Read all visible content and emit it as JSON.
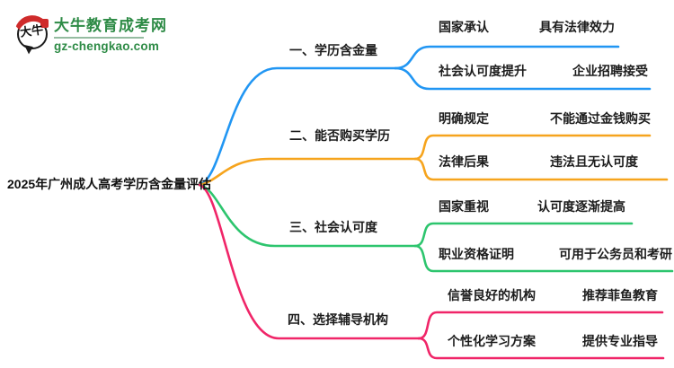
{
  "logo": {
    "bubble_text": "大牛",
    "title": "大牛教育成考网",
    "url": "gz-chengkao.com",
    "brand_green": "#2e8b46",
    "seal_red": "#cf2b2b"
  },
  "root": {
    "title": "2025年广州成人高考学历含金量评估"
  },
  "mindmap": {
    "branches": [
      {
        "label": "一、学历含金量",
        "color": "#2196f3",
        "rows": [
          {
            "label": "国家承认",
            "value": "具有法律效力"
          },
          {
            "label": "社会认可度提升",
            "value": "企业招聘接受"
          }
        ]
      },
      {
        "label": "二、能否购买学历",
        "color": "#f6a41d",
        "rows": [
          {
            "label": "明确规定",
            "value": "不能通过金钱购买"
          },
          {
            "label": "法律后果",
            "value": "违法且无认可度"
          }
        ]
      },
      {
        "label": "三、社会认可度",
        "color": "#2dc56e",
        "rows": [
          {
            "label": "国家重视",
            "value": "认可度逐渐提高"
          },
          {
            "label": "职业资格证明",
            "value": "可用于公务员和考研"
          }
        ]
      },
      {
        "label": "四、选择辅导机构",
        "color": "#f02568",
        "rows": [
          {
            "label": "信誉良好的机构",
            "value": "推荐菲鱼教育"
          },
          {
            "label": "个性化学习方案",
            "value": "提供专业指导"
          }
        ]
      }
    ]
  }
}
